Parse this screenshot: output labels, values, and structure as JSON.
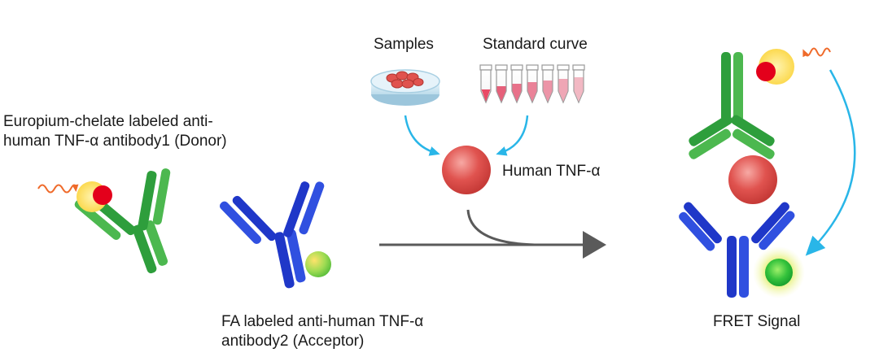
{
  "labels": {
    "samples": "Samples",
    "standard_curve": "Standard curve",
    "human_tnf": "Human TNF-α",
    "donor_line1": "Europium-chelate labeled anti-",
    "donor_line2": "human TNF-α antibody1 (Donor)",
    "acceptor_line1": "FA labeled anti-human TNF-α",
    "acceptor_line2": "antibody2 (Acceptor)",
    "fret_signal": "FRET Signal"
  },
  "colors": {
    "donor_antibody": "#2e9e3c",
    "acceptor_antibody": "#1f37c8",
    "antigen": "#e0534f",
    "europium_halo": "#fde16a",
    "europium_core": "#e3001b",
    "fa_label": "#8bd64a",
    "arrow": "#5a5a5a",
    "flow_arrow": "#29b6e8",
    "excitation_wave": "#ef6a2a"
  }
}
